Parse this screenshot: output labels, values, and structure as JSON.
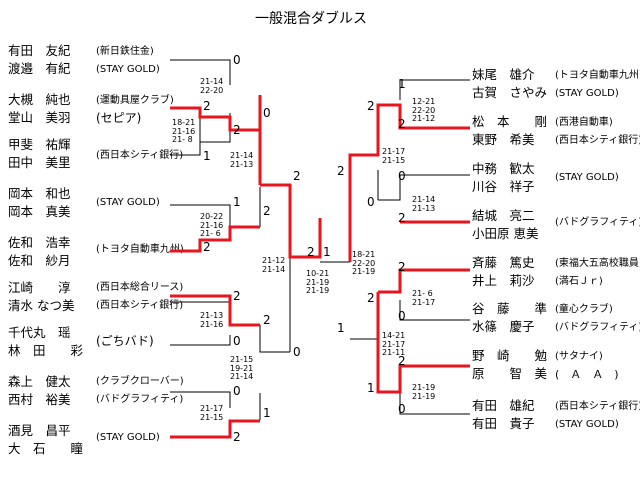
{
  "title": "一般混合ダブルス",
  "left_pairs": [
    {
      "p1": "有田　友紀",
      "p2": "渡邉　有紀",
      "team": "(新日鉄住金)",
      "team2": "(STAY GOLD)"
    },
    {
      "p1": "大槻　純也",
      "p2": "堂山　美羽",
      "team": "(運動具屋クラブ)",
      "team2": "(セピア)"
    },
    {
      "p1": "甲斐　祐輝",
      "p2": "田中　美里",
      "team": "(西日本シティ銀行)",
      "team2": ""
    },
    {
      "p1": "岡本　和也",
      "p2": "岡本　真美",
      "team": "(STAY GOLD)",
      "team2": ""
    },
    {
      "p1": "佐和　浩幸",
      "p2": "佐和　紗月",
      "team": "(トヨタ自動車九州)",
      "team2": ""
    },
    {
      "p1": "江崎　　淳",
      "p2": "清水 なつ美",
      "team": "(西日本総合リース)",
      "team2": "(西日本シティ銀行)"
    },
    {
      "p1": "千代丸　瑶",
      "p2": "林　田　　彩",
      "team": "(ごちバド)",
      "team2": ""
    },
    {
      "p1": "森上　健太",
      "p2": "西村　裕美",
      "team": "(クラブクローバー)",
      "team2": "(バドグラフィティ)"
    },
    {
      "p1": "酒見　昌平",
      "p2": "大　石　　瞳",
      "team": "(STAY GOLD)",
      "team2": ""
    }
  ],
  "right_pairs": [
    {
      "p1": "妹尾　雄介",
      "p2": "古賀　さやみ",
      "team": "(トヨタ自動車九州)",
      "team2": "(STAY GOLD)"
    },
    {
      "p1": "松　本　　剛",
      "p2": "東野　希美",
      "team": "(西港自動車)",
      "team2": "(西日本シティ銀行)"
    },
    {
      "p1": "中務　歓太",
      "p2": "川谷　祥子",
      "team": "(STAY GOLD)",
      "team2": ""
    },
    {
      "p1": "結城　亮二",
      "p2": "小田原 恵美",
      "team": "(バドグラフィティ)",
      "team2": ""
    },
    {
      "p1": "斉藤　篤史",
      "p2": "井上　莉沙",
      "team": "(東福大五高校職員)",
      "team2": "(満石Ｊｒ)"
    },
    {
      "p1": "谷　藤　　準",
      "p2": "水篠　慶子",
      "team": "(童心クラブ)",
      "team2": "(バドグラフィティ)"
    },
    {
      "p1": "野　崎　　勉",
      "p2": "原　　智　美",
      "team": "(サタナイ)",
      "team2": "(　Ａ　Ａ　)"
    },
    {
      "p1": "有田　雄紀",
      "p2": "有田　貴子",
      "team": "(西日本シティ銀行)",
      "team2": "(STAY GOLD)"
    }
  ],
  "scores": {
    "l1": "21-14\n22-20",
    "l2": "18-21\n21-16\n21- 8",
    "l3": "21-14\n21-13",
    "l4": "20-22\n21-16\n21- 6",
    "l5": "21-13\n21-16",
    "l6": "21-15\n19-21\n21-14",
    "l7": "21-17\n21-15",
    "l8": "21-12\n21-14",
    "final": "10-21\n21-19\n21-19",
    "r1": "12-21\n22-20\n21-12",
    "r2": "21-17\n21-15",
    "r3": "21-14\n21-13",
    "r4": "18-21\n22-20\n21-19",
    "r5": "21- 6\n21-17",
    "r6": "14-21\n21-17\n21-11",
    "r7": "21-19\n21-19"
  },
  "games": {
    "a": "0",
    "b": "2",
    "c": "2",
    "d": "1",
    "e": "0",
    "f": "2",
    "g": "1",
    "h": "2",
    "i": "2",
    "j": "2",
    "k": "2",
    "l": "0",
    "m": "0",
    "n": "1",
    "o": "2",
    "p": "2",
    "q": "0",
    "r": "2",
    "s": "1",
    "t": "2",
    "u": "1",
    "r_a": "1",
    "r_b": "2",
    "r_c": "2",
    "r_d": "0",
    "r_e": "1",
    "r_f": "2",
    "r_g": "0",
    "r_h": "2",
    "r_i": "2",
    "r_j": "0",
    "r_k": "2",
    "r_l": "1",
    "r_m": "2",
    "r_n": "0",
    "r_o": "1"
  }
}
